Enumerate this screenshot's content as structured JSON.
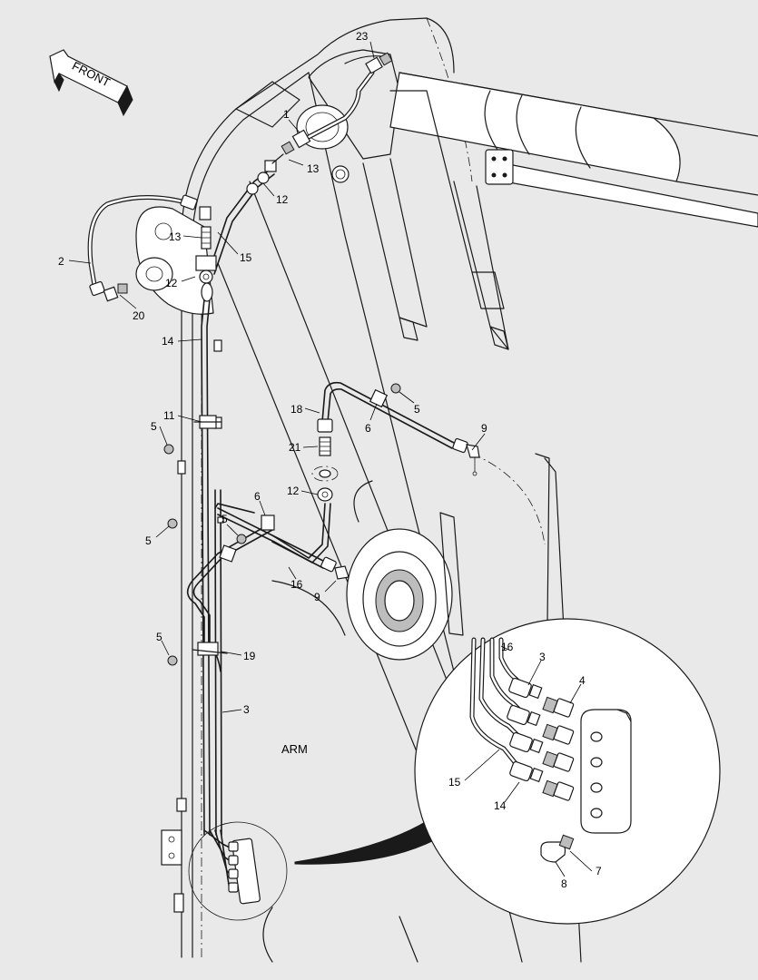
{
  "direction_label": "FRONT",
  "arm_label": "ARM",
  "callouts": {
    "c23": "23",
    "c1": "1",
    "c13a": "13",
    "c12a": "12",
    "c13b": "13",
    "c15a": "15",
    "c2": "2",
    "c12b": "12",
    "c20": "20",
    "c14a": "14",
    "c11": "11",
    "c5a": "5",
    "c18": "18",
    "c5b": "5",
    "c6a": "6",
    "c9a": "9",
    "c21": "21",
    "c12c": "12",
    "c6b": "6",
    "c5c": "5",
    "c5d": "5",
    "c16a": "16",
    "c9b": "9",
    "c5e": "5",
    "c19": "19",
    "c3a": "3",
    "d16": "16",
    "d3": "3",
    "d4": "4",
    "d15": "15",
    "d14": "14",
    "d7": "7",
    "d8": "8"
  }
}
